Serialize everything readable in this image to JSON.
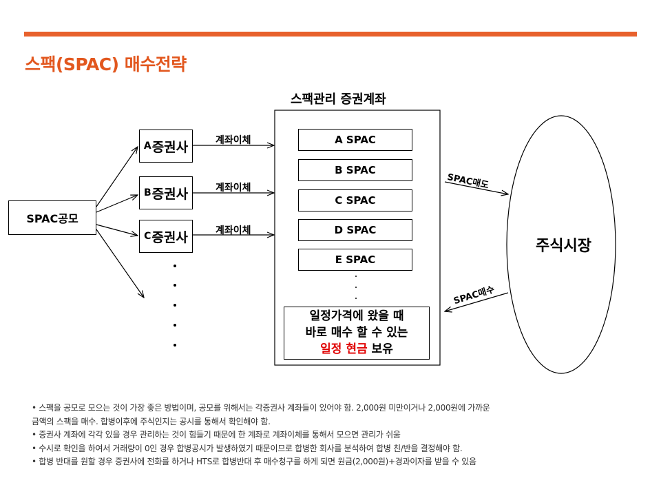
{
  "slide": {
    "title": "스팩(SPAC) 매수전략"
  },
  "diagram": {
    "source_box": "SPAC공모",
    "brokers": [
      {
        "letter": "A",
        "name": "증권사"
      },
      {
        "letter": "B",
        "name": "증권사"
      },
      {
        "letter": "C",
        "name": "증권사"
      }
    ],
    "transfer_label": "계좌이체",
    "account_title": "스팩관리 증권계좌",
    "spacs": [
      "A SPAC",
      "B SPAC",
      "C SPAC",
      "D SPAC",
      "E SPAC"
    ],
    "cash_box": {
      "line1": "일정가격에 왔을 때",
      "line2": "바로 매수 할 수 있는",
      "line3_highlight": "일정 현금",
      "line3_rest": " 보유"
    },
    "sell_label": "SPAC매도",
    "buy_label": "SPAC매수",
    "market_label": "주식시장"
  },
  "notes": [
    "• 스팩을 공모로 모으는 것이 가장 좋은 방법이며, 공모를 위해서는 각증권사 계좌들이 있어야 함. 2,000원 미만이거나 2,000원에 가까운",
    "금액의 스팩을 매수. 합병이후에 주식인지는 공시를 통해서 확인해야 함.",
    "• 증권사 계좌에 각각 있을 경우 관리하는 것이 힘들기 때문에 한 계좌로 계좌이체를 통해서 모으면 관리가 쉬움",
    "• 수시로 확인을 하여서 거래량이 0인 경우 합병공시가 발생하였기 때문이므로 합병한 회사를 분석하여 합병 친/반을 결정해야 함.",
    "• 합병 반대를 원할 경우 증권사에 전화를 하거나 HTS로 합병반대 후 매수청구를 하게 되면 원금(2,000원)+경과이자를 받을 수 있음"
  ],
  "colors": {
    "accent": "#e8612c",
    "title": "#e2571e",
    "highlight": "#e00000"
  }
}
